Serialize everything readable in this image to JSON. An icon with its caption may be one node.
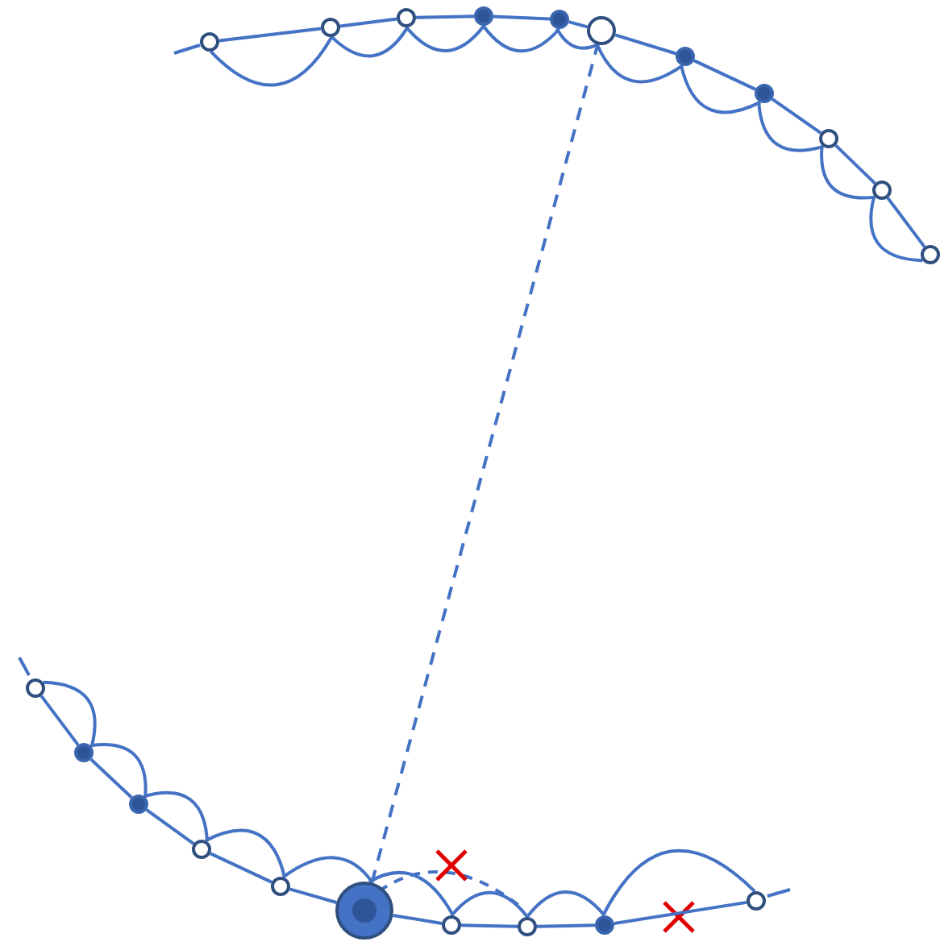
{
  "diagram": {
    "nodes": [
      {
        "text": [],
        "shape": "circle"
      },
      {
        "text": [],
        "shape": "circle"
      },
      {
        "text": [],
        "shape": "circle"
      },
      {
        "text": [],
        "shape": "circle"
      },
      {
        "text": [],
        "shape": "circle"
      },
      {
        "text": [],
        "shape": "circle"
      },
      {
        "text": [],
        "shape": "circle"
      },
      {
        "text": [],
        "shape": "circle"
      },
      {
        "text": [],
        "shape": "circle"
      },
      {
        "text": [],
        "shape": "circle"
      },
      {
        "text": [],
        "shape": "circle"
      },
      {
        "text": [],
        "shape": "circle"
      },
      {
        "text": [],
        "shape": "circle"
      },
      {
        "text": [],
        "shape": "circle"
      },
      {
        "text": [],
        "shape": "circle"
      },
      {
        "text": [],
        "shape": "circle"
      },
      {
        "text": [],
        "shape": "circle"
      },
      {
        "text": [],
        "shape": "circle"
      },
      {
        "text": [],
        "shape": "circle"
      },
      {
        "text": [],
        "shape": "circle"
      },
      {
        "text": [],
        "shape": "circle"
      }
    ],
    "edges": [
      {
        "from": 0,
        "to": 1,
        "arrow": "none"
      },
      {
        "from": 1,
        "to": 2,
        "arrow": "none"
      },
      {
        "from": 2,
        "to": 3,
        "arrow": "none"
      },
      {
        "from": 3,
        "to": 4,
        "arrow": "none"
      },
      {
        "from": 4,
        "to": 5,
        "arrow": "none"
      },
      {
        "from": 5,
        "to": 6,
        "arrow": "none"
      },
      {
        "from": 6,
        "to": 7,
        "arrow": "none"
      },
      {
        "from": 7,
        "to": 8,
        "arrow": "none"
      },
      {
        "from": 8,
        "to": 9,
        "arrow": "none"
      },
      {
        "from": 9,
        "to": 10,
        "arrow": "none"
      },
      {
        "from": 11,
        "to": 12,
        "arrow": "none"
      },
      {
        "from": 12,
        "to": 13,
        "arrow": "none"
      },
      {
        "from": 13,
        "to": 14,
        "arrow": "none"
      },
      {
        "from": 14,
        "to": 15,
        "arrow": "none"
      },
      {
        "from": 15,
        "to": 16,
        "arrow": "none"
      },
      {
        "from": 16,
        "to": 17,
        "arrow": "none"
      },
      {
        "from": 17,
        "to": 18,
        "arrow": "none"
      },
      {
        "from": 18,
        "to": 19,
        "arrow": "none"
      },
      {
        "from": 19,
        "to": 20,
        "arrow": "none"
      },
      {
        "from": 16,
        "to": 5,
        "arrow": "none",
        "style": "dashed"
      }
    ]
  }
}
